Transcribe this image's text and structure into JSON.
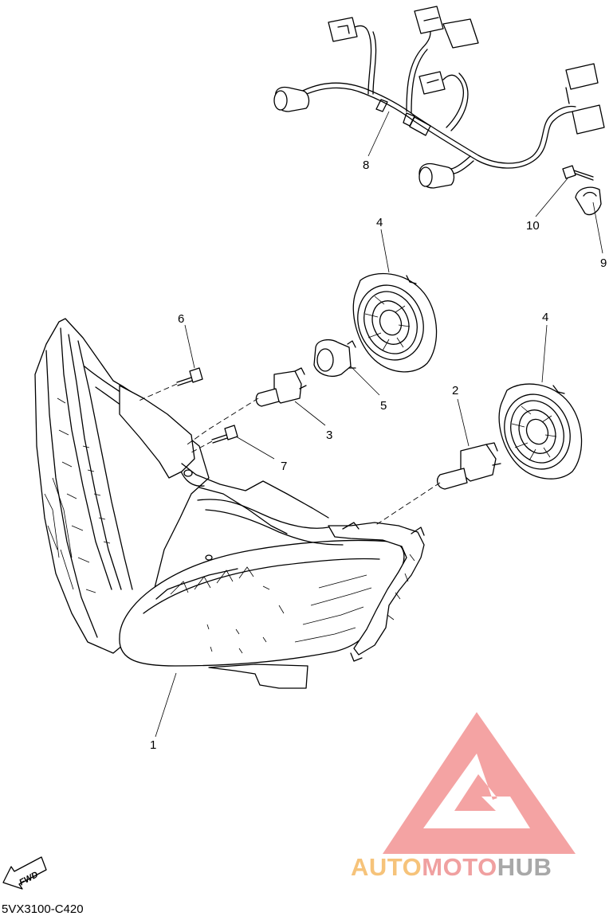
{
  "parts": [
    {
      "id": "1",
      "label": "1"
    },
    {
      "id": "2",
      "label": "2"
    },
    {
      "id": "3",
      "label": "3"
    },
    {
      "id": "4a",
      "label": "4"
    },
    {
      "id": "4b",
      "label": "4"
    },
    {
      "id": "5",
      "label": "5"
    },
    {
      "id": "6",
      "label": "6"
    },
    {
      "id": "7",
      "label": "7"
    },
    {
      "id": "8",
      "label": "8"
    },
    {
      "id": "9",
      "label": "9"
    },
    {
      "id": "10",
      "label": "10"
    }
  ],
  "fwd_label": "FWD",
  "diagram_code": "5VX3100-C420",
  "watermark": {
    "part1": "AUTO",
    "part2": "MOTO",
    "part3": "HUB",
    "colors": {
      "auto": "#f6c37a",
      "moto": "#f0a0a0",
      "hub": "#a8a8a8",
      "triangle": "#f4a3a3"
    }
  }
}
